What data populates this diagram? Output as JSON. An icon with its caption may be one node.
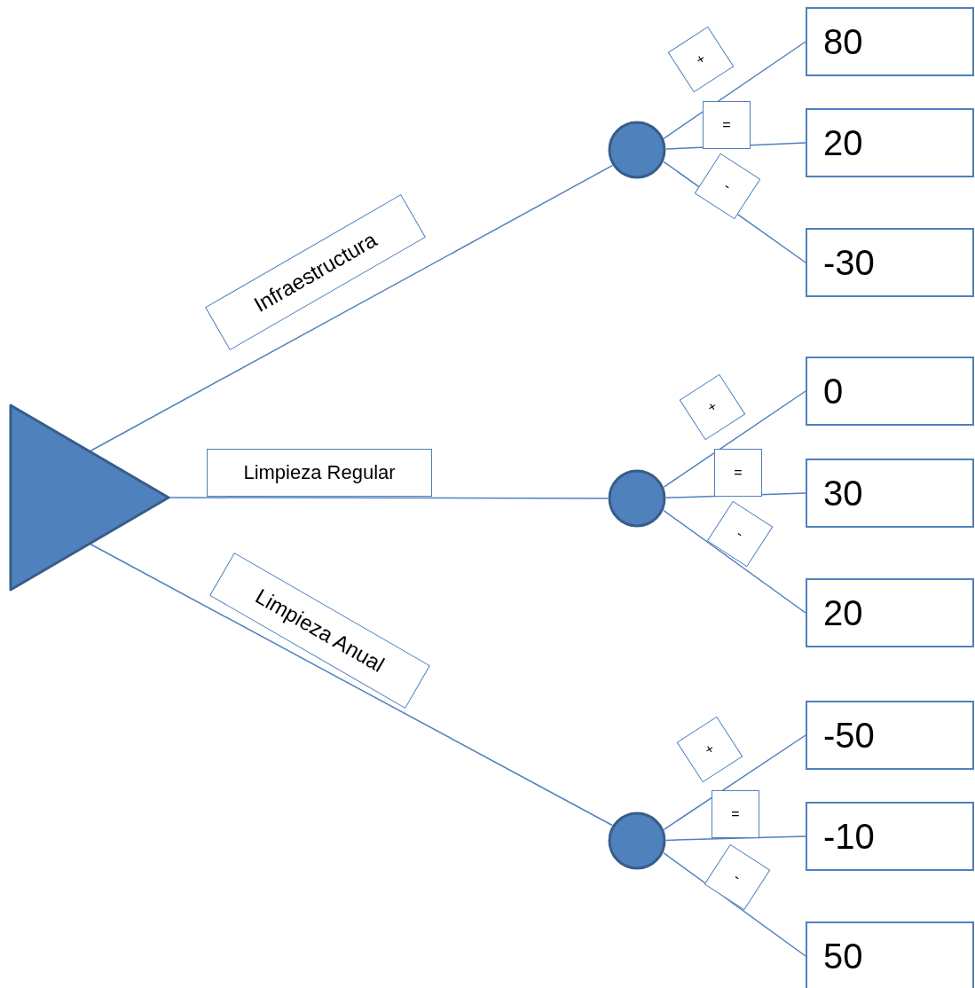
{
  "diagram": {
    "nodes": [
      {
        "text": [],
        "shape": "triangle"
      },
      {
        "text": [],
        "shape": "circle"
      },
      {
        "text": [],
        "shape": "circle"
      },
      {
        "text": [],
        "shape": "circle"
      },
      {
        "text": [
          "80"
        ]
      },
      {
        "text": [
          "20"
        ]
      },
      {
        "text": [
          "-30"
        ]
      },
      {
        "text": [
          "0"
        ]
      },
      {
        "text": [
          "30"
        ]
      },
      {
        "text": [
          "20"
        ]
      },
      {
        "text": [
          "-50"
        ]
      },
      {
        "text": [
          "-10"
        ]
      },
      {
        "text": [
          "50"
        ]
      }
    ],
    "edges": [
      {
        "from": 0,
        "to": 1,
        "arrow": "none",
        "label": "Infraestructura"
      },
      {
        "from": 0,
        "to": 2,
        "arrow": "none",
        "label": "Limpieza Regular"
      },
      {
        "from": 0,
        "to": 3,
        "arrow": "none",
        "label": "Limpieza Anual"
      },
      {
        "from": 1,
        "to": 4,
        "arrow": "none",
        "label": "+"
      },
      {
        "from": 1,
        "to": 5,
        "arrow": "none",
        "label": "="
      },
      {
        "from": 1,
        "to": 6,
        "arrow": "none",
        "label": "-"
      },
      {
        "from": 2,
        "to": 7,
        "arrow": "none",
        "label": "+"
      },
      {
        "from": 2,
        "to": 8,
        "arrow": "none",
        "label": "="
      },
      {
        "from": 2,
        "to": 9,
        "arrow": "none",
        "label": "-"
      },
      {
        "from": 3,
        "to": 10,
        "arrow": "none",
        "label": "+"
      },
      {
        "from": 3,
        "to": 11,
        "arrow": "none",
        "label": "="
      },
      {
        "from": 3,
        "to": 12,
        "arrow": "none",
        "label": "-"
      }
    ]
  }
}
